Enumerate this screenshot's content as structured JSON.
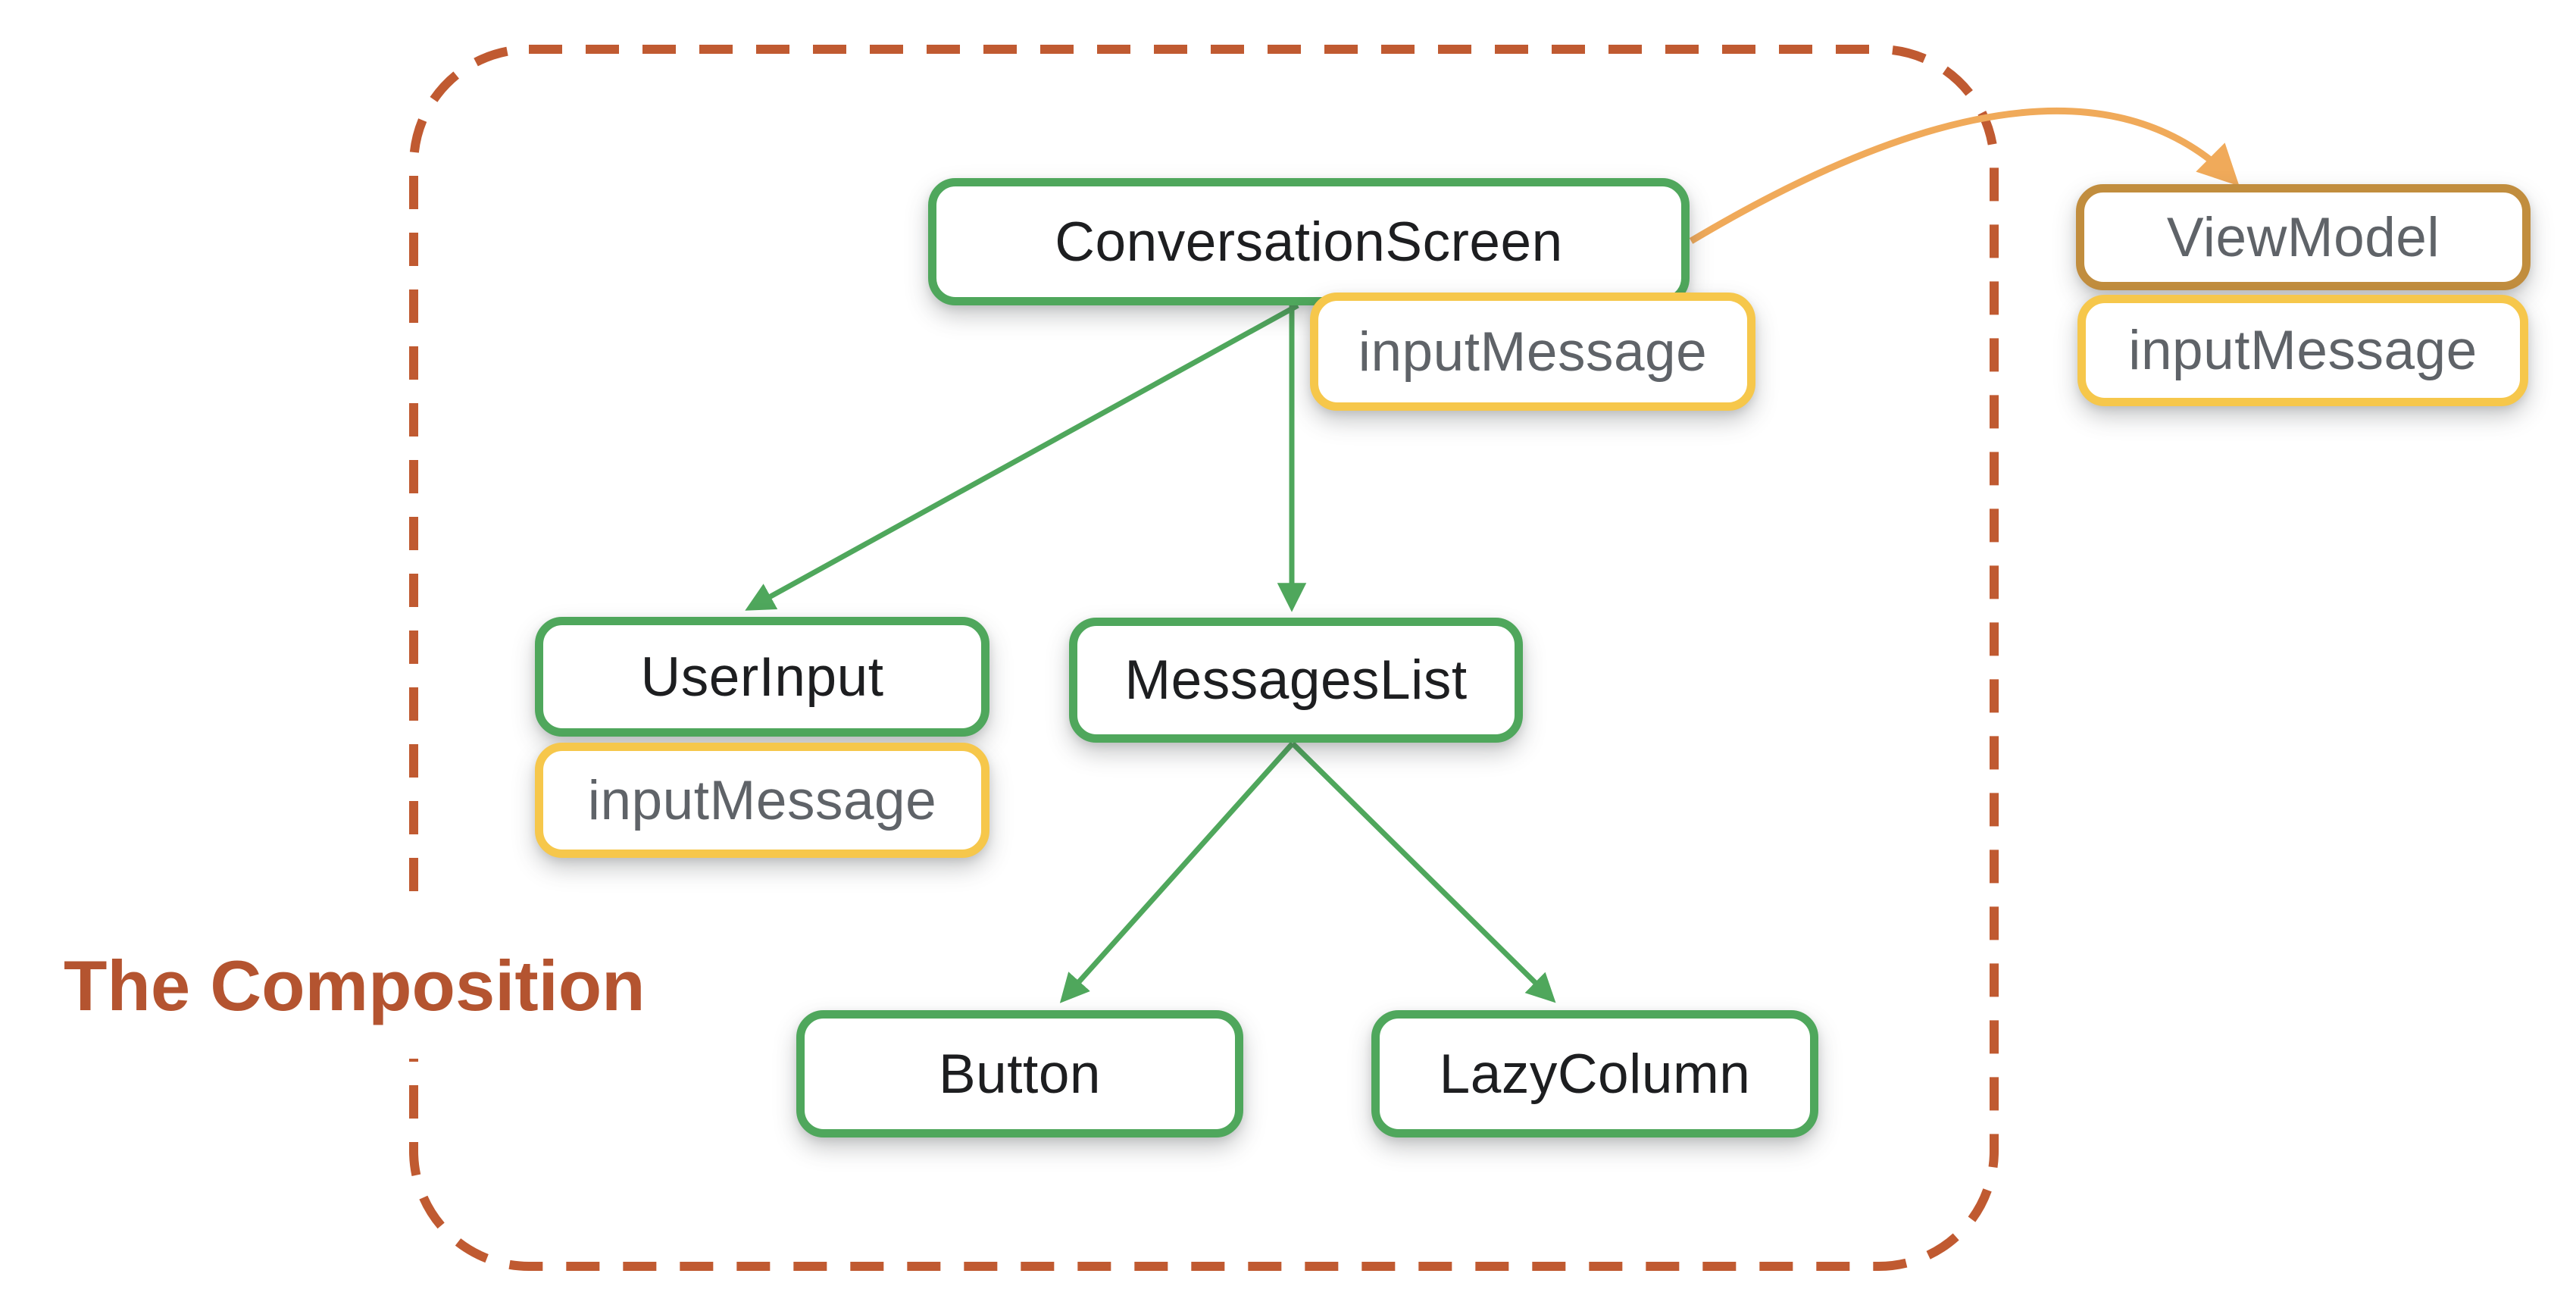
{
  "title": {
    "label": "The Composition"
  },
  "nodes": {
    "conversation_screen": {
      "label": "ConversationScreen",
      "type": "composable"
    },
    "cs_state": {
      "label": "inputMessage",
      "type": "state"
    },
    "user_input": {
      "label": "UserInput",
      "type": "composable"
    },
    "ui_state": {
      "label": "inputMessage",
      "type": "state"
    },
    "messages_list": {
      "label": "MessagesList",
      "type": "composable"
    },
    "button": {
      "label": "Button",
      "type": "composable"
    },
    "lazy_column": {
      "label": "LazyColumn",
      "type": "composable"
    },
    "view_model": {
      "label": "ViewModel",
      "type": "viewmodel"
    },
    "vm_state": {
      "label": "inputMessage",
      "type": "state"
    }
  },
  "edges": [
    {
      "from": "ConversationScreen",
      "to": "UserInput",
      "style": "green-arrow"
    },
    {
      "from": "ConversationScreen",
      "to": "MessagesList",
      "style": "green-arrow"
    },
    {
      "from": "MessagesList",
      "to": "Button",
      "style": "green-arrow"
    },
    {
      "from": "MessagesList",
      "to": "LazyColumn",
      "style": "green-arrow"
    },
    {
      "from": "ConversationScreen",
      "to": "ViewModel",
      "style": "orange-curved-arrow"
    }
  ],
  "colors": {
    "composable_border": "#4FA75C",
    "state_border": "#F6C74B",
    "viewmodel_border": "#C18D3E",
    "green_arrow": "#4FA75C",
    "orange_arrow": "#F0AA5A",
    "boundary_dash": "#C05A31",
    "title_text": "#B45430",
    "label_dark": "#1d1e20",
    "label_gray": "#5f6368",
    "background": "#ffffff"
  }
}
